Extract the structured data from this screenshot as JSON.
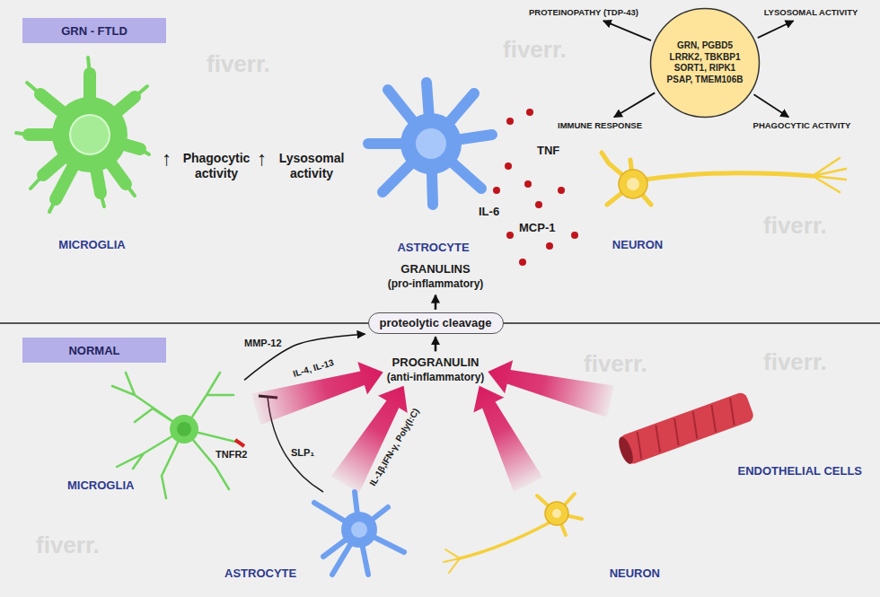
{
  "diagram": {
    "nodes": [
      {
        "text": [
          "GRN - FTLD"
        ]
      },
      {
        "text": [
          "MICROGLIA"
        ]
      },
      {
        "text": [
          "ASTROCYTE"
        ]
      },
      {
        "text": [
          "NEURON"
        ]
      },
      {
        "text": [
          "GRN, PGBD5 LRRK2, TBKBP1 SORT1, RIPK1 PSAP, TMEM106B"
        ]
      },
      {
        "text": [
          "PROTEINOPATHY (TDP-43)"
        ]
      },
      {
        "text": [
          "LYSOSOMAL ACTIVITY"
        ]
      },
      {
        "text": [
          "IMMUNE RESPONSE"
        ]
      },
      {
        "text": [
          "PHAGOCYTIC ACTIVITY"
        ]
      },
      {
        "text": [
          "GRANULINS",
          "(pro-inflammatory)"
        ]
      },
      {
        "text": [
          "proteolytic cleavage"
        ]
      },
      {
        "text": [
          "PROGRANULIN",
          "(anti-inflammatory)"
        ]
      },
      {
        "text": [
          "NORMAL"
        ]
      },
      {
        "text": [
          "MICROGLIA"
        ]
      },
      {
        "text": [
          "ASTROCYTE"
        ]
      },
      {
        "text": [
          "NEURON"
        ]
      },
      {
        "text": [
          "ENDOTHELIAL CELLS"
        ]
      }
    ],
    "edges": [
      {
        "from": 4,
        "to": 5,
        "arrow": "to"
      },
      {
        "from": 4,
        "to": 6,
        "arrow": "to"
      },
      {
        "from": 4,
        "to": 7,
        "arrow": "to"
      },
      {
        "from": 4,
        "to": 8,
        "arrow": "to"
      },
      {
        "from": 10,
        "to": 9,
        "arrow": "to"
      },
      {
        "from": 11,
        "to": 10,
        "arrow": "to"
      },
      {
        "from": 13,
        "to": 10,
        "label": "MMP-12",
        "arrow": "to"
      },
      {
        "from": 13,
        "to": 11,
        "label": "IL-4, IL-13",
        "arrow": "to"
      },
      {
        "from": 14,
        "to": 11,
        "label": "IL-1β,IFN-γ, Poly(I:C)",
        "arrow": "to"
      },
      {
        "from": 15,
        "to": 11,
        "arrow": "to"
      },
      {
        "from": 16,
        "to": 11,
        "arrow": "to"
      }
    ],
    "labels": [
      "↑",
      "Phagocytic activity",
      "↑",
      "Lysosomal activity",
      "TNF",
      "IL-6",
      "MCP-1",
      "TNFR2",
      "SLP₁",
      "fiverr.",
      "fiverr.",
      "fiverr.",
      "fiverr.",
      "fiverr.",
      "fiverr."
    ]
  }
}
